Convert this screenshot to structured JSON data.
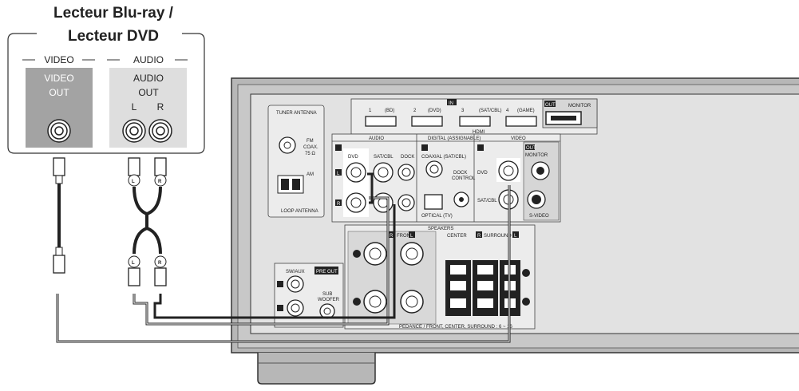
{
  "device": {
    "title_line1": "Lecteur Blu-ray /",
    "title_line2": "Lecteur DVD",
    "video_group": "VIDEO",
    "audio_group": "AUDIO",
    "video_out_line1": "VIDEO",
    "video_out_line2": "OUT",
    "audio_out_line1": "AUDIO",
    "audio_out_line2": "OUT",
    "left": "L",
    "right": "R"
  },
  "plug_marks": {
    "left": "L",
    "right": "R"
  },
  "receiver": {
    "tuner_antenna": "TUNER ANTENNA",
    "fm": "FM",
    "coax": "COAX.",
    "ohm": "75 Ω",
    "am": "AM",
    "loop_antenna": "LOOP ANTENNA",
    "in": "IN",
    "out": "OUT",
    "hdmi_labels": [
      "1",
      "(BD)",
      "2",
      "(DVD)",
      "3",
      "(SAT/CBL)",
      "4",
      "(GAME)"
    ],
    "hdmi": "HDMI",
    "monitor": "MONITOR",
    "audio": "AUDIO",
    "dvd": "DVD",
    "sat_cbl": "SAT/CBL",
    "dock": "DOCK",
    "digital_assignable": "DIGITAL (ASSIGNABLE)",
    "coaxial": "COAXIAL (SAT/CBL)",
    "optical": "OPTICAL (TV)",
    "dock_control_1": "DOCK",
    "dock_control_2": "CONTROL",
    "video": "VIDEO",
    "s_video": "S-VIDEO",
    "speakers": "SPEAKERS",
    "front": "FRONT",
    "center": "CENTER",
    "surround": "SURROUND",
    "impedance": "PEDANCE / FRONT, CENTER, SURROUND : 6 ~ 16",
    "sw_aux": "SW/AUX",
    "pre_out": "PRE OUT",
    "sub": "SUB",
    "woofer": "WOOFER"
  }
}
